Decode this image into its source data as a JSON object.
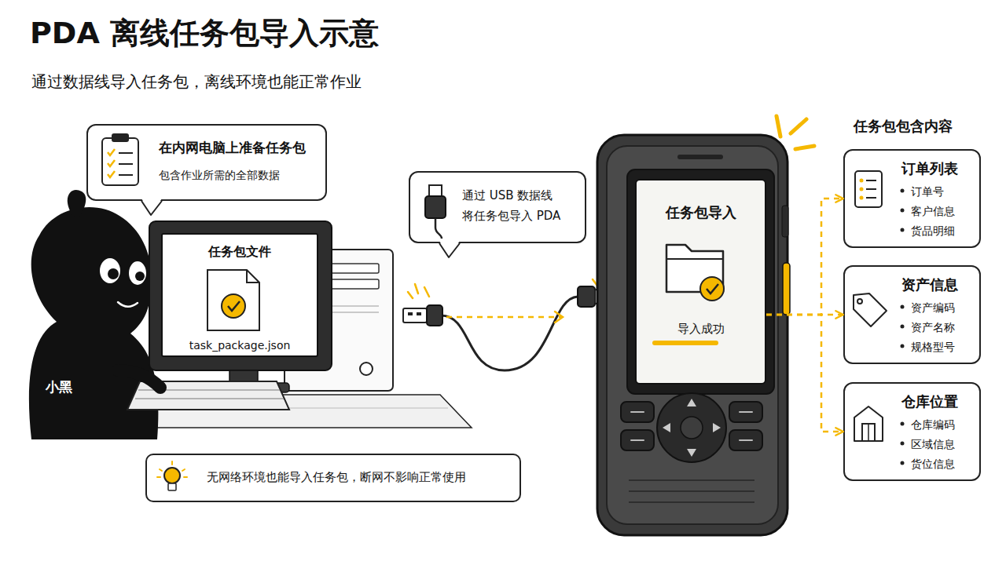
{
  "diagram": {
    "title": "PDA 离线任务包导入示意",
    "nodes": [
      {
        "text": [
          "在内网电脑上准备任务包",
          "包含作业所需的全部数据"
        ]
      },
      {
        "text": [
          "任务包文件",
          "task_package.json"
        ]
      },
      {
        "text": [
          "通过 USB 数据线 将任务包导入 PDA"
        ]
      },
      {
        "text": [
          "任务包导入",
          "导入成功"
        ]
      },
      {
        "text": [
          "订单列表",
          "订单号",
          "客户信息",
          "货品明细"
        ]
      },
      {
        "text": [
          "资产信息",
          "资产编码",
          "资产名称",
          "规格型号"
        ]
      },
      {
        "text": [
          "仓库位置",
          "仓库编码",
          "区域信息",
          "货位信息"
        ]
      },
      {
        "text": [
          "无网络环境也能导入任务包，断网不影响正常使用"
        ]
      }
    ],
    "edges": [
      {
        "from": 3,
        "to": 4,
        "arrow": "to"
      },
      {
        "from": 3,
        "to": 5,
        "arrow": "to"
      },
      {
        "from": 3,
        "to": 6,
        "arrow": "to"
      }
    ],
    "labels": [
      "通过数据线导入任务包，离线环境也能正常作业",
      "小黑",
      "任务包包含内容"
    ]
  }
}
